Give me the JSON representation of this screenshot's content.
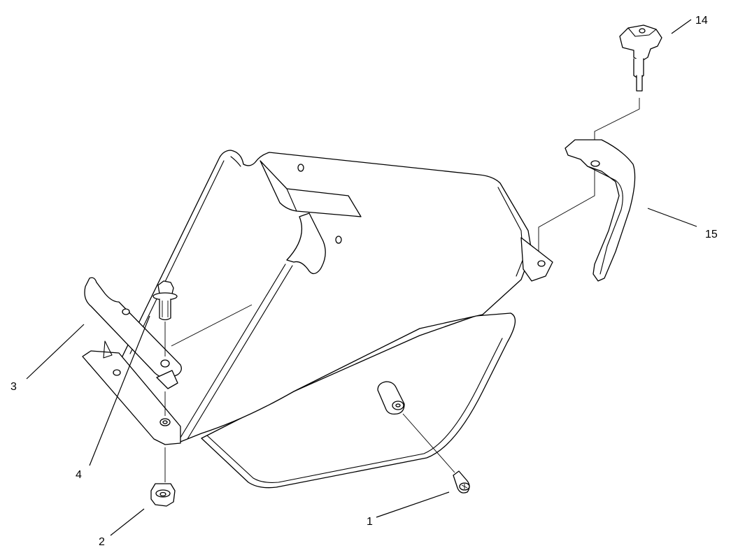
{
  "callouts": {
    "c1": "1",
    "c2": "2",
    "c3": "3",
    "c4": "4",
    "c14": "14",
    "c15": "15"
  }
}
